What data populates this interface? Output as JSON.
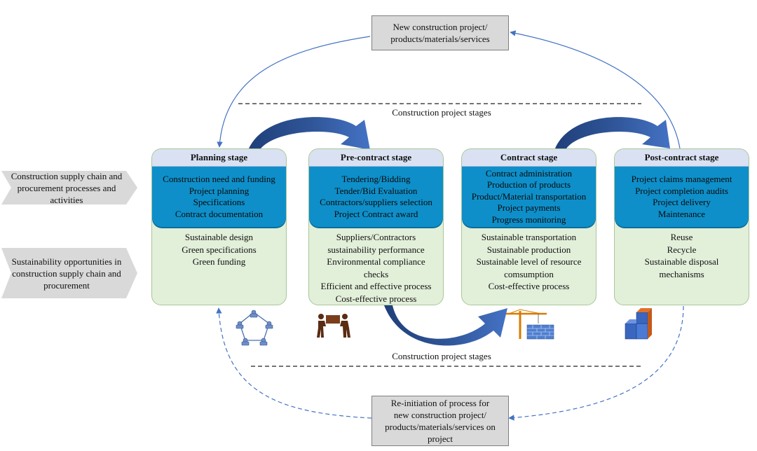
{
  "top_box": {
    "lines": [
      "New construction project/",
      "products/materials/services"
    ]
  },
  "bottom_box": {
    "lines": [
      "Re-initiation of process for",
      "new construction project/",
      "products/materials/services on",
      "project"
    ]
  },
  "stages_label_top": "Construction project stages",
  "stages_label_bottom": "Construction project stages",
  "side_labels": [
    {
      "lines": [
        "Construction supply chain and",
        "procurement processes and",
        "activities"
      ]
    },
    {
      "lines": [
        "Sustainability opportunities in",
        "construction supply chain and",
        "procurement"
      ]
    }
  ],
  "stages": [
    {
      "title": "Planning stage",
      "processes": [
        "Construction need and funding",
        "Project planning",
        "Specifications",
        "Contract documentation"
      ],
      "opportunities": [
        "Sustainable design",
        "Green specifications",
        "Green funding"
      ],
      "icon": "network-people-icon"
    },
    {
      "title": "Pre-contract stage",
      "processes": [
        "Tendering/Bidding",
        "Tender/Bid Evaluation",
        "Contractors/suppliers selection",
        "Project Contract award"
      ],
      "opportunities": [
        "Suppliers/Contractors",
        "sustainability performance",
        "Environmental compliance",
        "checks",
        "Efficient and effective process",
        "Cost-effective process"
      ],
      "icon": "two-people-carrying-box-icon"
    },
    {
      "title": "Contract stage",
      "processes": [
        "Contract administration",
        "Production of products",
        "Product/Material transportation",
        "Project payments",
        "Progress monitoring"
      ],
      "opportunities": [
        "Sustainable transportation",
        "Sustainable production",
        "Sustainable level of resource",
        "comsumption",
        "Cost-effective process"
      ],
      "icon": "crane-and-brick-wall-icon"
    },
    {
      "title": "Post-contract stage",
      "processes": [
        "Project claims management",
        "Project completion audits",
        "Project delivery",
        "Maintenance"
      ],
      "opportunities": [
        "Reuse",
        "Recycle",
        "Sustainable disposal",
        "mechanisms"
      ],
      "icon": "stacked-blocks-icon"
    }
  ],
  "colors": {
    "stage_header": "#d9e1f2",
    "process_band": "#0e8fc9",
    "opportunity_bg": "#e2efd9",
    "arrow_blue": "#2f5597",
    "connector_blue": "#4472c4",
    "gray_box": "#d9d9d9"
  }
}
